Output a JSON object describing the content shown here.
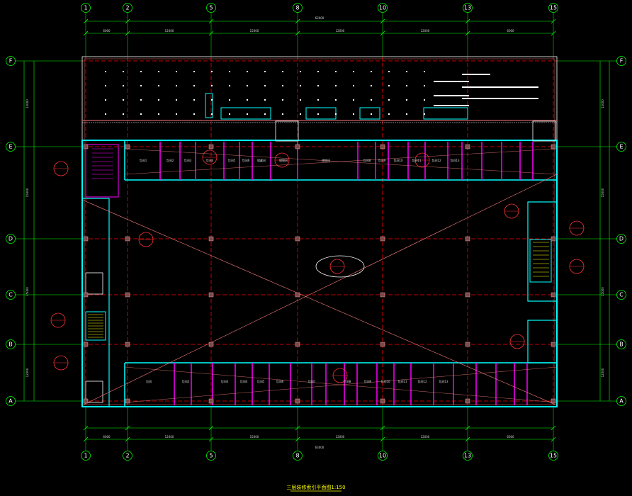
{
  "drawing": {
    "title": "三层装修索引平面图1:150",
    "column_axes": [
      "1",
      "2",
      "5",
      "8",
      "10",
      "13",
      "15"
    ],
    "row_axes": [
      "F",
      "E",
      "D",
      "C",
      "B",
      "A"
    ]
  },
  "rooms_north": [
    "包间1",
    "包间2",
    "包间3",
    "包间4",
    "包间5",
    "包间6",
    "储藏间",
    "储物间",
    "储物间",
    "包间8",
    "包间9",
    "包间10",
    "包间11",
    "包间12",
    "包间13"
  ],
  "rooms_south": [
    "包间",
    "包间2",
    "包间3",
    "包间4",
    "包间5",
    "包间6",
    "包间7",
    "包间8",
    "包间9",
    "包间10",
    "包间11",
    "包间12",
    "包间13"
  ],
  "dimensions_top": [
    "6000",
    "12000",
    "15000",
    "12000",
    "12000",
    "6000"
  ],
  "dimensions_bottom": [
    "6000",
    "12000",
    "15000",
    "12000",
    "12000",
    "6000"
  ],
  "dimension_overall": "63000",
  "dimensions_side": [
    "12000",
    "15000",
    "15000",
    "12000"
  ],
  "colors": {
    "background": "#000000",
    "grid_dim": "#00ff00",
    "axis_dash": "#ff0000",
    "walls": "#00ffff",
    "partitions": "#ff00ff",
    "index_marks": "#ff3333",
    "text": "#ffffff",
    "title": "#ffff00"
  }
}
